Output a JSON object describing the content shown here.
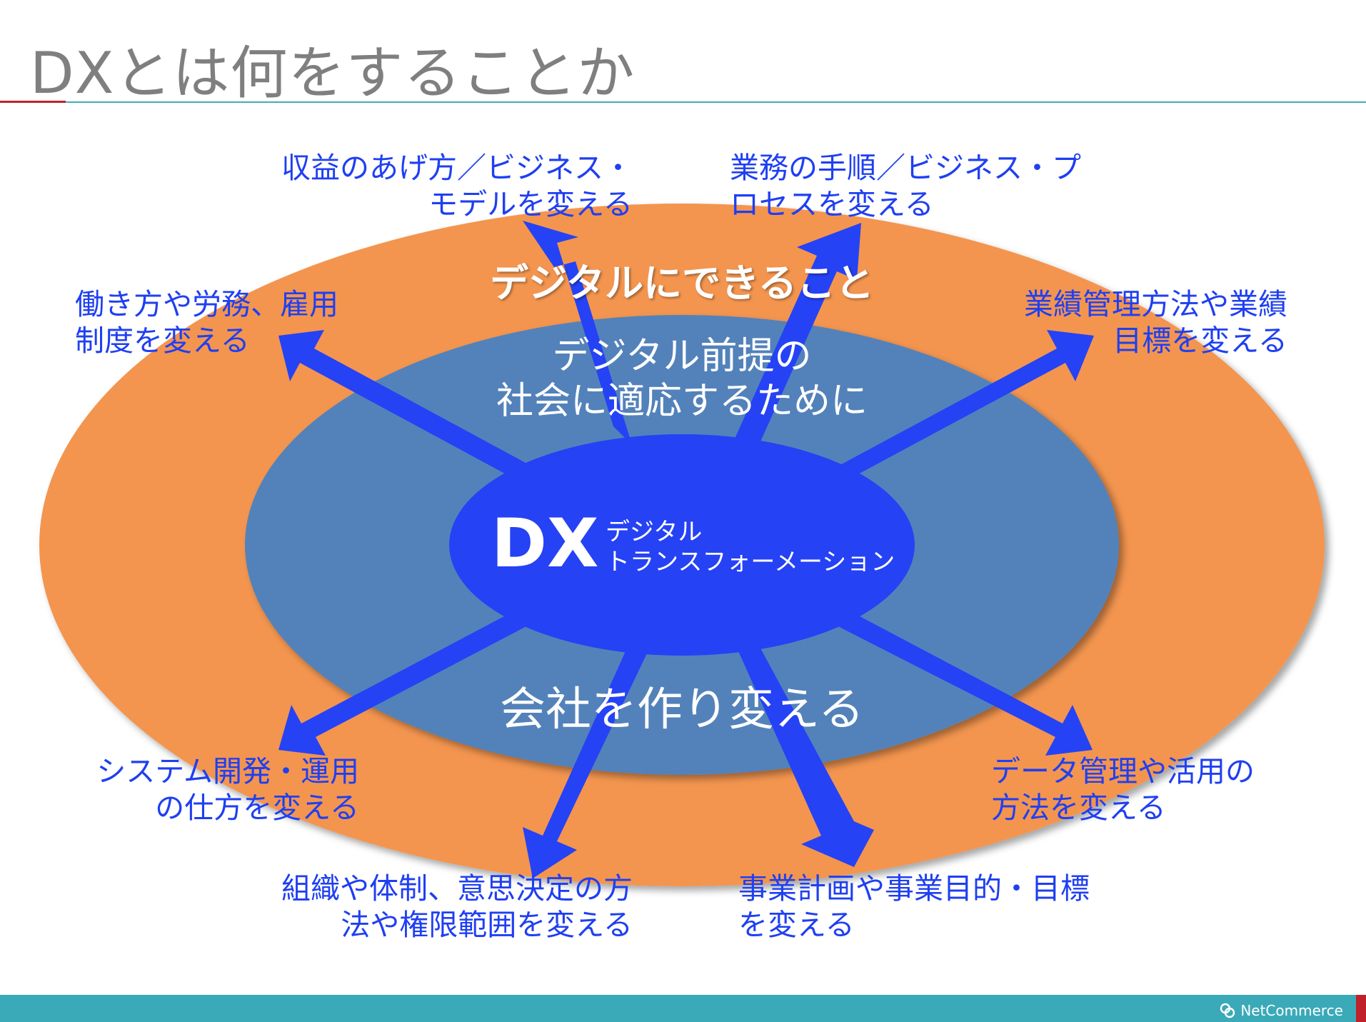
{
  "title": "DXとは何をすることか",
  "colors": {
    "title_gray": "#7f7f7f",
    "outer_ellipse": "#f39550",
    "middle_ellipse": "#5282ba",
    "core_ellipse": "#2542f5",
    "arrow_blue": "#2542f5",
    "label_blue": "#1f3ff2",
    "rule_teal": "#45aab8",
    "rule_red": "#c0202a",
    "footer_teal": "#3aa9b8"
  },
  "outer_ring": {
    "label": "デジタルにできること"
  },
  "middle_ring": {
    "line1": "デジタル前提の",
    "line2": "社会に適応するために",
    "bottom": "会社を作り変える"
  },
  "core": {
    "abbr": "DX",
    "sub1": "デジタル",
    "sub2": "トランスフォーメーション"
  },
  "targets": {
    "business_model": [
      "収益のあげ方／ビジネス・",
      "モデルを変える"
    ],
    "business_process": [
      "業務の手順／ビジネス・プ",
      "ロセスを変える"
    ],
    "work_style": [
      "働き方や労務、雇用",
      "制度を変える"
    ],
    "performance": [
      "業績管理方法や業績",
      "目標を変える"
    ],
    "system_dev": [
      "システム開発・運用",
      "の仕方を変える"
    ],
    "data_mgmt": [
      "データ管理や活用の",
      "方法を変える"
    ],
    "organization": [
      "組織や体制、意思決定の方",
      "法や権限範囲を変える"
    ],
    "business_plan": [
      "事業計画や事業目的・目標",
      "を変える"
    ]
  },
  "footer": {
    "brand": "NetCommerce"
  }
}
